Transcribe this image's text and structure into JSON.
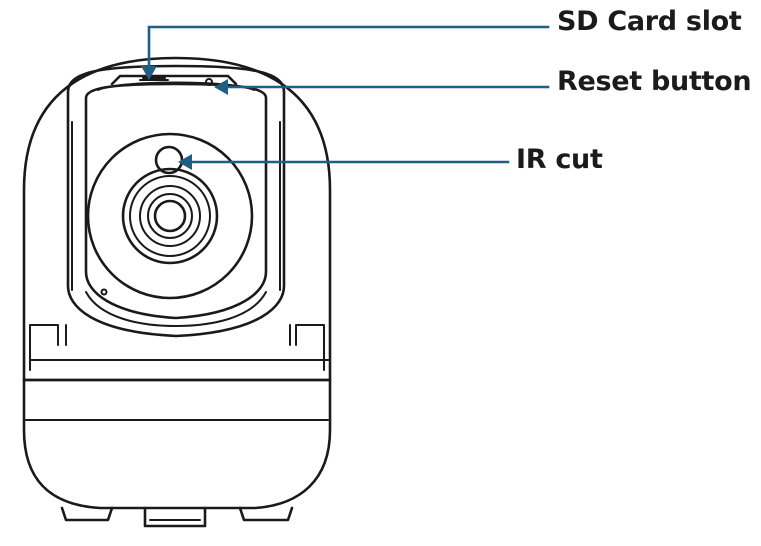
{
  "callouts": {
    "sd_card_slot": "SD Card slot",
    "reset_button": "Reset button",
    "ir_cut": "IR cut"
  },
  "colors": {
    "callout_line": "#1f5f86",
    "outline": "#1a1a1a",
    "label_text": "#1b1b1b",
    "background": "#ffffff"
  }
}
